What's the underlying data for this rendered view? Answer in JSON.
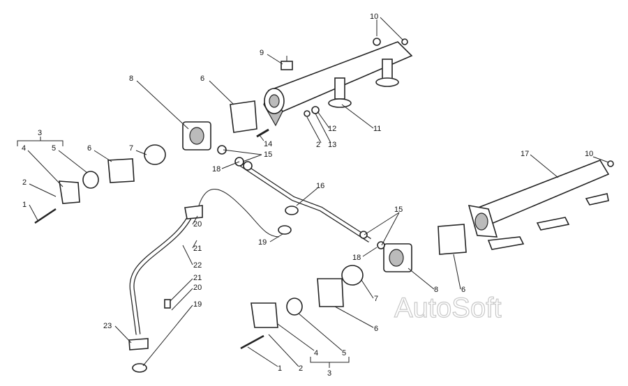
{
  "watermark": "AutoSoft",
  "callouts": {
    "c1a": "1",
    "c2a": "2",
    "c3a": "3",
    "c4a": "4",
    "c5a": "5",
    "c6a": "6",
    "c7a": "7",
    "c8a": "8",
    "c6b": "6",
    "c9": "9",
    "c10a": "10",
    "c11": "11",
    "c12": "12",
    "c13": "13",
    "c2b": "2",
    "c14": "14",
    "c15a": "15",
    "c18a": "18",
    "c16": "16",
    "c17": "17",
    "c10b": "10",
    "c15b": "15",
    "c18b": "18",
    "c19a": "19",
    "c20a": "20",
    "c21a": "21",
    "c22": "22",
    "c21b": "21",
    "c20b": "20",
    "c19b": "19",
    "c23": "23",
    "c7b": "7",
    "c8b": "8",
    "c6c": "6",
    "c6d": "6",
    "c1b": "1",
    "c2c": "2",
    "c4b": "4",
    "c5b": "5",
    "c3b": "3"
  }
}
